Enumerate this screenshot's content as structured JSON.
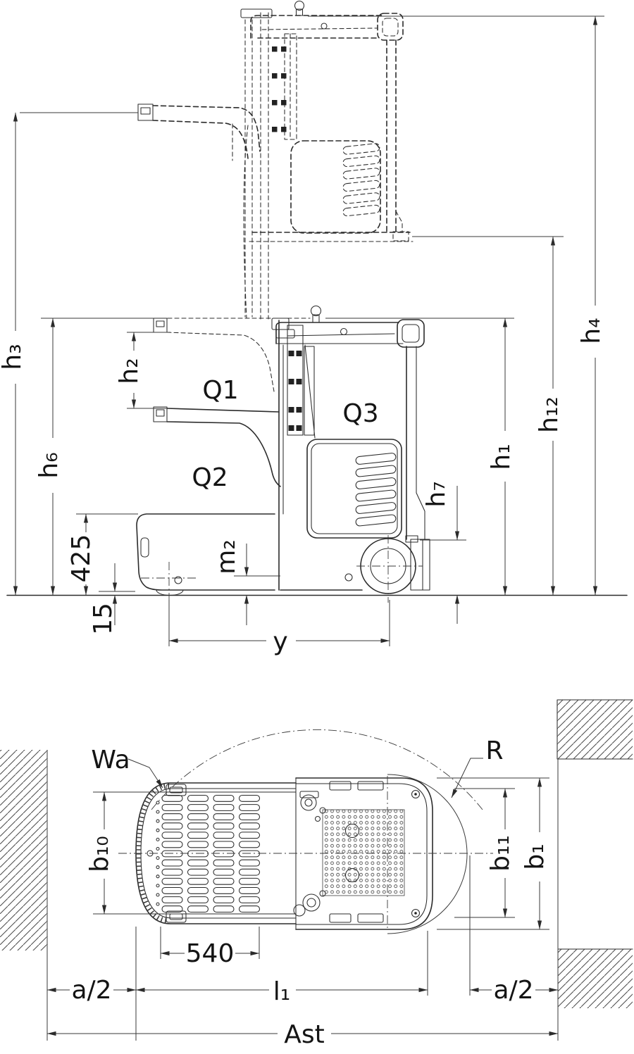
{
  "diagram": {
    "description": "Order picker truck dimensional line drawing: side view (lowered + raised dashed position) and top view in working aisle",
    "colors": {
      "line": "#2b2b2b",
      "dim_line": "#3a3a3a",
      "background": "#ffffff"
    },
    "side_view": {
      "labels": {
        "h3": "h₃",
        "h6": "h₆",
        "h2": "h₂",
        "q1": "Q1",
        "q2": "Q2",
        "q3": "Q3",
        "dim_425": "425",
        "dim_15": "15",
        "m2": "m₂",
        "y": "y",
        "h7": "h₇",
        "h1": "h₁",
        "h12": "h₁₂",
        "h4": "h₄"
      }
    },
    "top_view": {
      "labels": {
        "wa": "Wa",
        "r": "R",
        "b10": "b₁₀",
        "b11": "b₁₁",
        "b1": "b₁",
        "dim_540": "540",
        "a2_left": "a/2",
        "l1": "l₁",
        "a2_right": "a/2",
        "ast": "Ast"
      }
    }
  }
}
